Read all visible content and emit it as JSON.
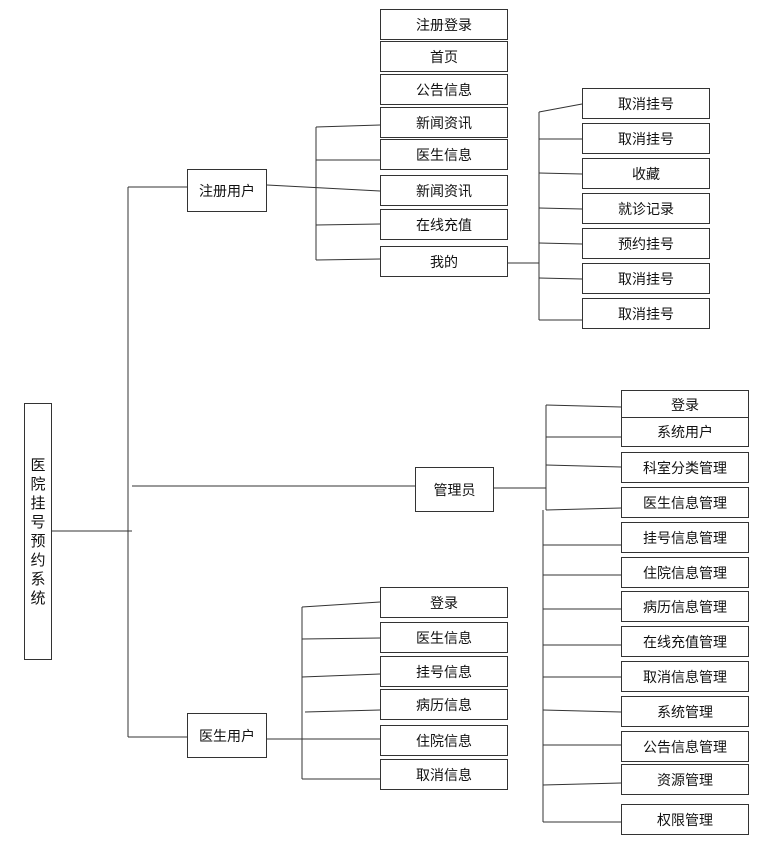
{
  "root": {
    "chars": [
      "医",
      "院",
      "挂",
      "号",
      "预",
      "约",
      "系",
      "统"
    ]
  },
  "registered_user": {
    "label": "注册用户",
    "items": [
      "注册登录",
      "首页",
      "公告信息",
      "新闻资讯",
      "医生信息",
      "新闻资讯",
      "在线充值",
      "我的"
    ],
    "my_items": [
      "取消挂号",
      "取消挂号",
      "收藏",
      "就诊记录",
      "预约挂号",
      "取消挂号",
      "取消挂号"
    ]
  },
  "admin": {
    "label": "管理员",
    "items": [
      "登录",
      "系统用户",
      "科室分类管理",
      "医生信息管理",
      "挂号信息管理",
      "住院信息管理",
      "病历信息管理",
      "在线充值管理",
      "取消信息管理",
      "系统管理",
      "公告信息管理",
      "资源管理",
      "权限管理"
    ]
  },
  "doctor_user": {
    "label": "医生用户",
    "items": [
      "登录",
      "医生信息",
      "挂号信息",
      "病历信息",
      "住院信息",
      "取消信息"
    ]
  }
}
